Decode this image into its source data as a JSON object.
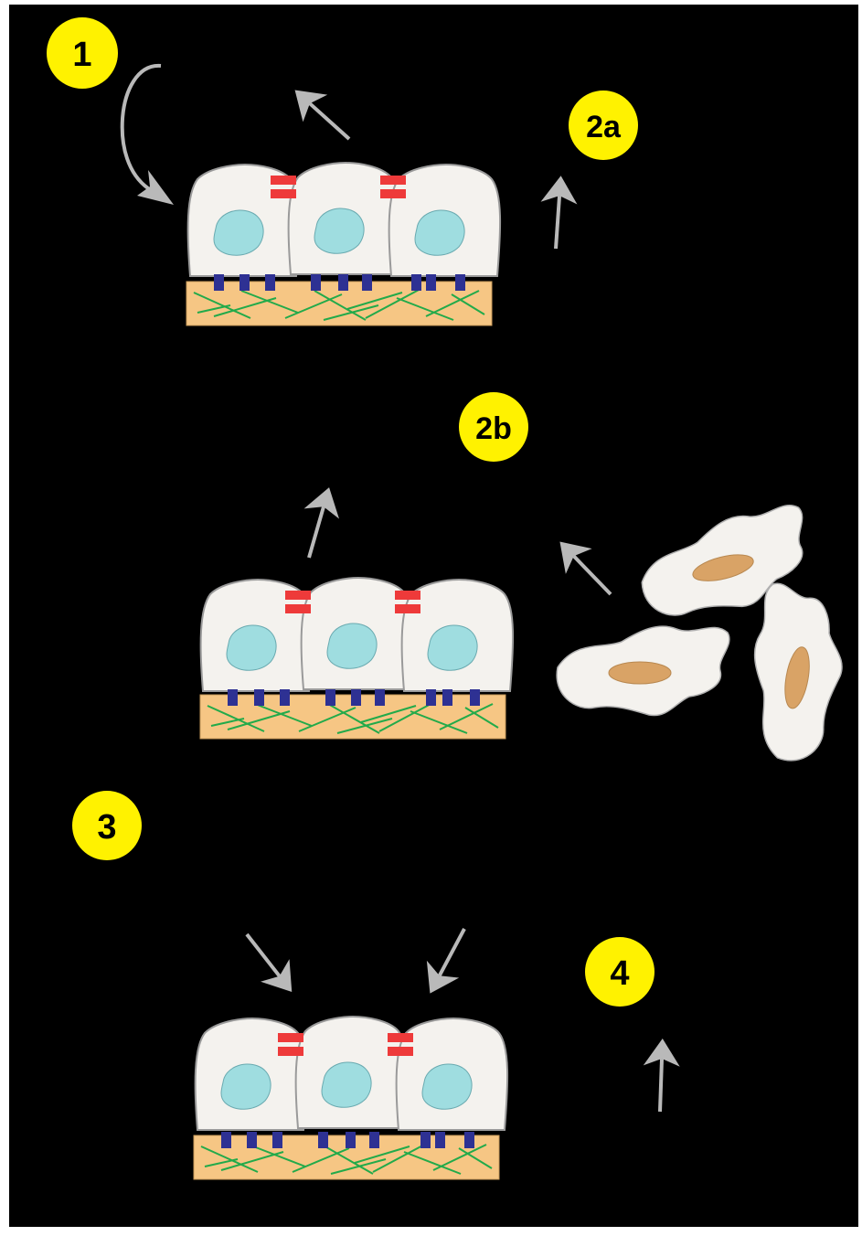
{
  "colors": {
    "background": "#000000",
    "frame": "#ffffff",
    "badge_fill": "#fff200",
    "badge_text": "#000000",
    "cell_fill": "#f4f2ee",
    "cell_stroke": "#9a9a9a",
    "nucleus_fill": "#9fdde0",
    "junction": "#ee3a3a",
    "receptor": "#2e3193",
    "matrix_fill": "#f6c684",
    "fiber": "#22aa4a",
    "arrow": "#b9b9b9",
    "migratory_nucleus": "#d9a366"
  },
  "badges": {
    "step1": "1",
    "step2a": "2a",
    "step2b": "2b",
    "step3": "3",
    "step4": "4"
  },
  "icons": [
    "curved-arrow-icon",
    "arrow-icon",
    "nucleus-icon",
    "junction-icon",
    "receptor-icon",
    "fiber-icon"
  ]
}
